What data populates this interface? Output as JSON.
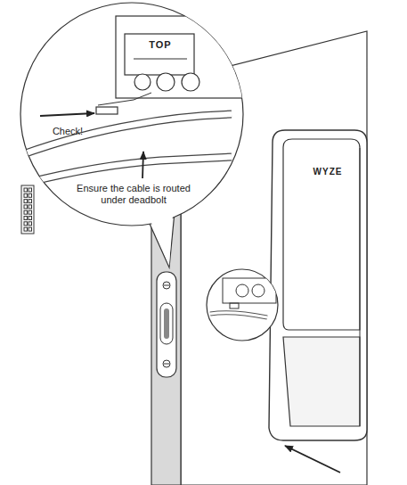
{
  "diagram": {
    "labels": [
      "TOP",
      "Check!",
      "Ensure the cable is routed under deadbolt",
      "WYZE"
    ]
  }
}
